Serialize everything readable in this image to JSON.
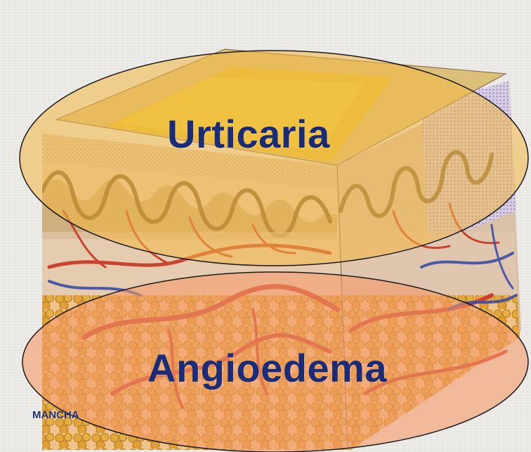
{
  "diagram": {
    "upper_ellipse_label": "Urticaria",
    "lower_ellipse_label": "Angioedema",
    "watermark": "MANCHA"
  },
  "colors": {
    "label_text": "#1a2b78",
    "upper_ellipse_fill": "#f3b744",
    "lower_ellipse_fill": "#f59a68",
    "ellipse_stroke": "#1a1a1a",
    "background": "#ecebe8",
    "epidermis_top": "#e8c33a",
    "skin_layer": "#d9b98e",
    "vessel_red": "#c9432e",
    "vessel_blue": "#3c4fa6",
    "fat": "#e0a63a"
  },
  "illustration": {
    "subject": "skin cross-section block",
    "layers": [
      "epidermis",
      "dermis",
      "subcutaneous fat"
    ]
  }
}
